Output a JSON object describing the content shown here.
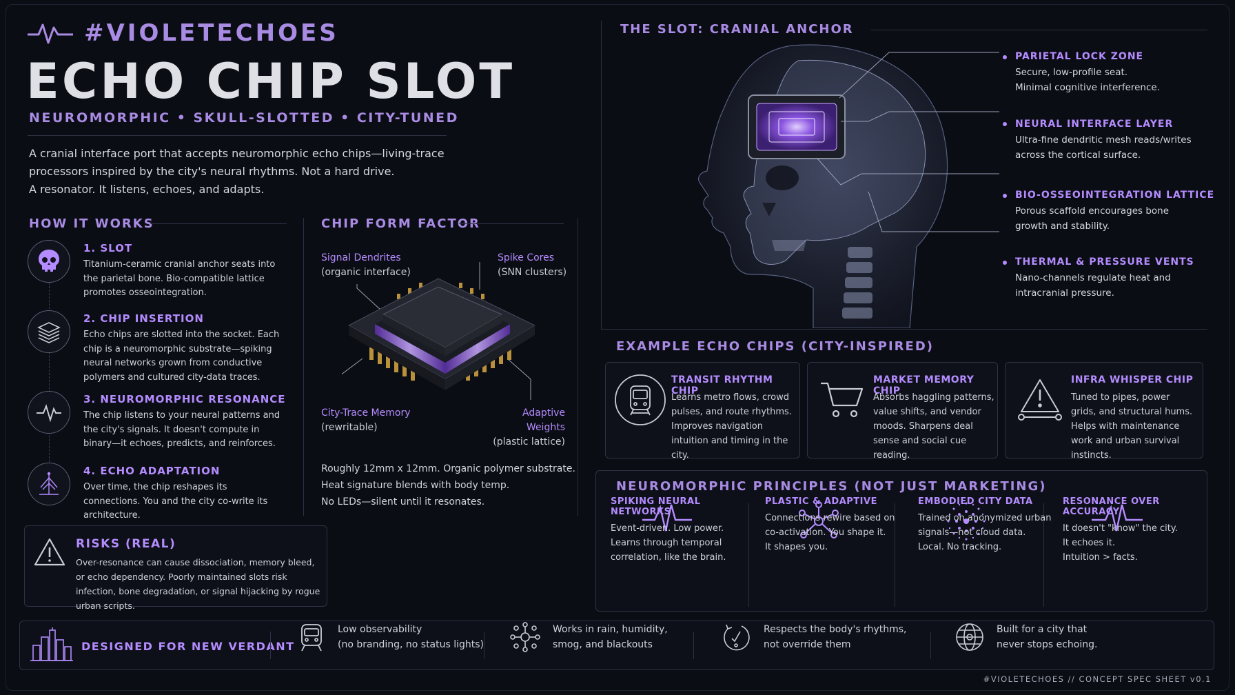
{
  "header": {
    "hashtag": "#VIOLETECHOES",
    "title": "ECHO CHIP SLOT",
    "subtitle": "NEUROMORPHIC • SKULL-SLOTTED • CITY-TUNED",
    "intro": [
      "A cranial interface port that accepts neuromorphic echo chips—living-trace",
      "processors inspired by the city's neural rhythms. Not a hard drive.",
      "A resonator. It listens, echoes, and adapts."
    ]
  },
  "how_it_works": {
    "heading": "HOW IT WORKS",
    "steps": [
      {
        "title": "1. SLOT",
        "icon": "skull-icon",
        "text": "Titanium-ceramic cranial anchor seats into the parietal bone. Bio-compatible lattice promotes osseointegration."
      },
      {
        "title": "2. CHIP INSERTION",
        "icon": "layers-icon",
        "text": "Echo chips are slotted into the socket. Each chip is a neuromorphic substrate—spiking neural networks grown from conductive polymers and cultured city-data traces."
      },
      {
        "title": "3. NEUROMORPHIC RESONANCE",
        "icon": "pulse-icon",
        "text": "The chip listens to your neural patterns and the city's signals. It doesn't compute in binary—it echoes, predicts, and reinforces."
      },
      {
        "title": "4. ECHO ADAPTATION",
        "icon": "neural-tree-icon",
        "text": "Over time, the chip reshapes its connections. You and the city co-write its architecture."
      }
    ]
  },
  "risks": {
    "title": "RISKS (REAL)",
    "text": "Over-resonance can cause dissociation, memory bleed, or echo dependency. Poorly maintained slots risk infection, bone degradation, or signal hijacking by rogue urban scripts."
  },
  "chip_form": {
    "heading": "CHIP FORM FACTOR",
    "labels": {
      "signal_title": "Signal Dendrites",
      "signal_sub": "(organic interface)",
      "spike_title": "Spike Cores",
      "spike_sub": "(SNN clusters)",
      "memory_title": "City-Trace Memory",
      "memory_sub": "(rewritable)",
      "weights_title": "Adaptive Weights",
      "weights_sub": "(plastic lattice)"
    },
    "notes": [
      "Roughly 12mm x 12mm. Organic polymer substrate.",
      "Heat signature blends with body temp.",
      "No LEDs—silent until it resonates."
    ]
  },
  "slot": {
    "heading": "THE SLOT: CRANIAL ANCHOR",
    "callouts": [
      {
        "title": "PARIETAL LOCK ZONE",
        "lines": [
          "Secure, low-profile seat.",
          "Minimal cognitive interference."
        ]
      },
      {
        "title": "NEURAL INTERFACE LAYER",
        "lines": [
          "Ultra-fine dendritic mesh reads/writes",
          "across the cortical surface."
        ]
      },
      {
        "title": "BIO-OSSEOINTEGRATION LATTICE",
        "lines": [
          "Porous scaffold encourages bone",
          "growth and stability."
        ]
      },
      {
        "title": "THERMAL & PRESSURE VENTS",
        "lines": [
          "Nano-channels regulate heat and",
          "intracranial pressure."
        ]
      }
    ]
  },
  "examples": {
    "heading": "EXAMPLE ECHO CHIPS (CITY-INSPIRED)",
    "cards": [
      {
        "title": "TRANSIT RHYTHM CHIP",
        "icon": "train-icon",
        "text": "Learns metro flows, crowd pulses, and route rhythms. Improves navigation intuition and timing in the city."
      },
      {
        "title": "MARKET MEMORY CHIP",
        "icon": "cart-icon",
        "text": "Absorbs haggling patterns, value shifts, and vendor moods. Sharpens deal sense and social cue reading."
      },
      {
        "title": "INFRA WHISPER CHIP",
        "icon": "warning-network-icon",
        "text": "Tuned to pipes, power grids, and structural hums. Helps with maintenance work and urban survival instincts."
      }
    ]
  },
  "principles": {
    "heading": "NEUROMORPHIC PRINCIPLES (NOT JUST MARKETING)",
    "items": [
      {
        "title": "SPIKING NEURAL NETWORKS",
        "icon": "spike-icon",
        "lines": [
          "Event-driven. Low power.",
          "Learns through temporal",
          "correlation, like the brain."
        ]
      },
      {
        "title": "PLASTIC & ADAPTIVE",
        "icon": "network-icon",
        "lines": [
          "Connections rewire based on",
          "co-activation. You shape it.",
          "It shapes you."
        ]
      },
      {
        "title": "EMBODIED CITY DATA",
        "icon": "dots-sphere-icon",
        "lines": [
          "Trained on anonymized urban",
          "signals—not cloud data.",
          "Local. No tracking."
        ]
      },
      {
        "title": "RESONANCE OVER ACCURACY",
        "icon": "resonance-icon",
        "lines": [
          "It doesn't \"know\" the city.",
          "It echoes it.",
          "Intuition > facts."
        ]
      }
    ]
  },
  "footer": {
    "designed_for": "DESIGNED FOR NEW VERDANT",
    "items": [
      {
        "icon": "train-icon",
        "lines": [
          "Low observability",
          "(no branding, no status lights)"
        ]
      },
      {
        "icon": "weather-icon",
        "lines": [
          "Works in rain, humidity,",
          "smog, and blackouts"
        ]
      },
      {
        "icon": "rhythm-icon",
        "lines": [
          "Respects the body's rhythms,",
          "not override them"
        ]
      },
      {
        "icon": "globe-icon",
        "lines": [
          "Built for a city that",
          "never stops echoing."
        ]
      }
    ],
    "signature": "#VIOLETECHOES  //  CONCEPT SPEC SHEET v0.1"
  },
  "colors": {
    "accent": "#b48cff",
    "heading": "#a98be4",
    "background": "#0b0d14",
    "panel_border": "#2e3244"
  }
}
